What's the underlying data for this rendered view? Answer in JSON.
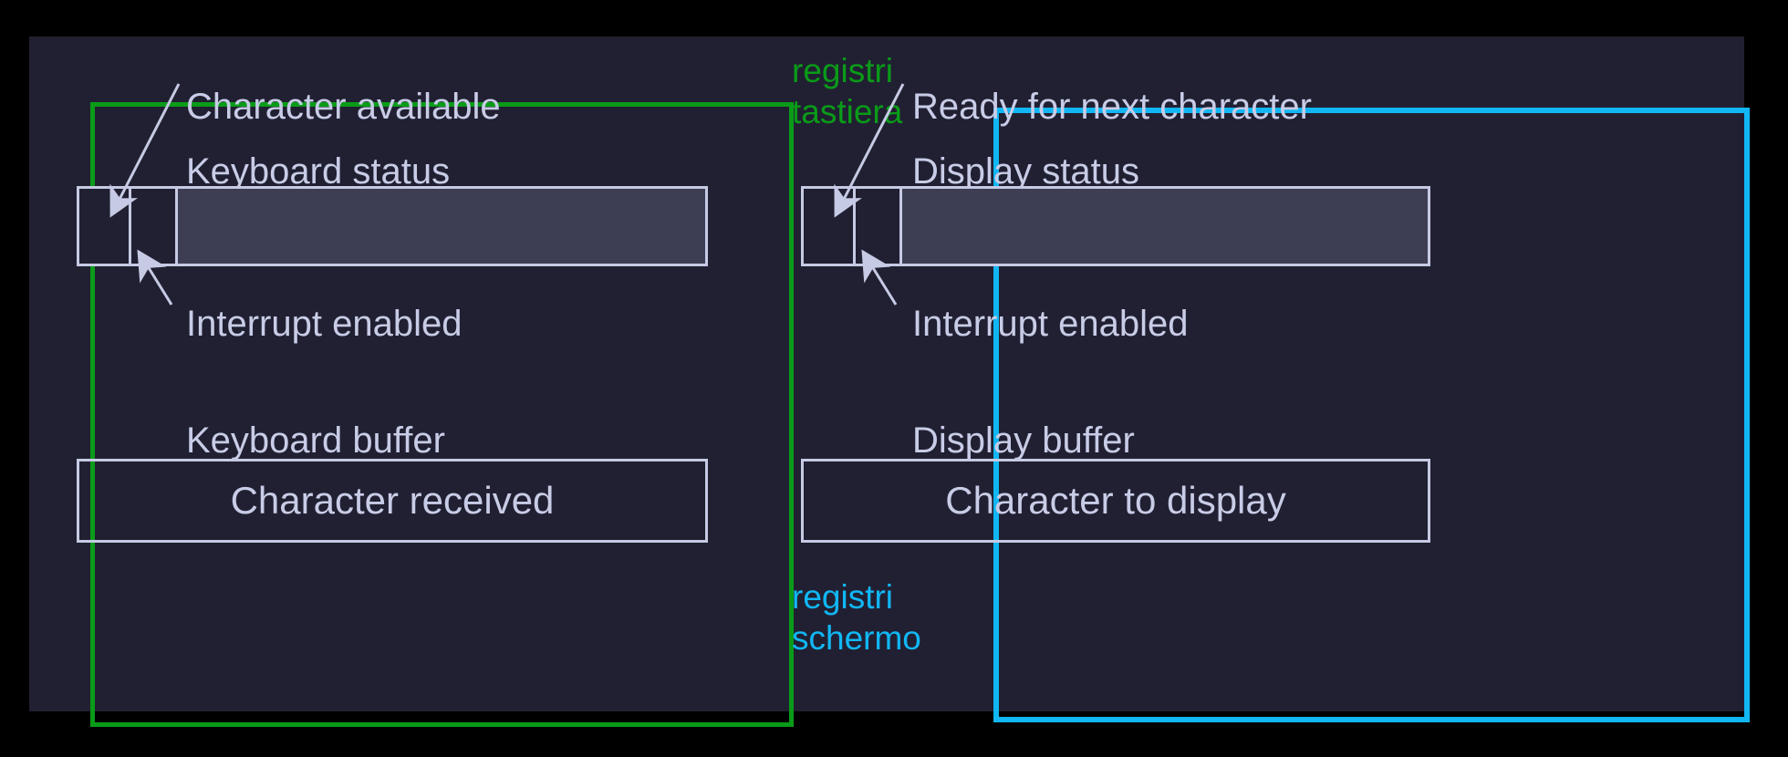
{
  "diagram": {
    "title_implicit": "Keyboard and display memory-mapped registers",
    "background_color": "#000000",
    "panel_color": "#212032",
    "line_color": "#c6cae4",
    "text_color": "#c8cce6",
    "fill_color": "#3d3d54"
  },
  "keyboard": {
    "border_color": "#0a9b18",
    "side_label_line1": "registri",
    "side_label_line2": "tastiera",
    "status_caption": "Keyboard status",
    "flag_top_label": "Character available",
    "flag_bottom_label": "Interrupt enabled",
    "buffer_caption": "Keyboard buffer",
    "buffer_value": "Character received"
  },
  "display": {
    "border_color": "#11b7f5",
    "side_label_line1": "registri",
    "side_label_line2": "schermo",
    "status_caption": "Display status",
    "flag_top_label": "Ready for next character",
    "flag_bottom_label": "Interrupt enabled",
    "buffer_caption": "Display buffer",
    "buffer_value": "Character to display"
  }
}
